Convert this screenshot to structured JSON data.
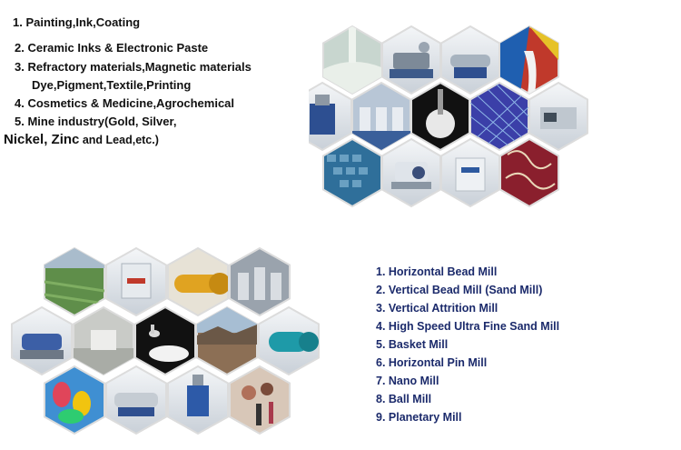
{
  "applications": {
    "line1": "1.  Painting,Ink,Coating",
    "line2": "2.  Ceramic Inks & Electronic Paste",
    "line3": "3.  Refractory materials,Magnetic materials",
    "line3b": "Dye,Pigment,Textile,Printing",
    "line4": "4. Cosmetics & Medicine,Agrochemical",
    "line5": "5.  Mine industry(Gold, Silver,",
    "line6a": "Nickel, Zinc",
    "line6b": " and Lead,etc.)"
  },
  "mill_types": [
    "1. Horizontal Bead Mill",
    "2. Vertical Bead Mill  (Sand Mill)",
    "3. Vertical Attrition Mill",
    "4. High Speed Ultra Fine Sand Mill",
    "5. Basket Mill",
    "6. Horizontal Pin Mill",
    "7. Nano Mill",
    "8. Ball Mill",
    "9. Planetary Mill"
  ],
  "colors": {
    "list_text": "#1b2a6b",
    "hex_border": "#d9d9d9",
    "center_hex": "#111111"
  }
}
